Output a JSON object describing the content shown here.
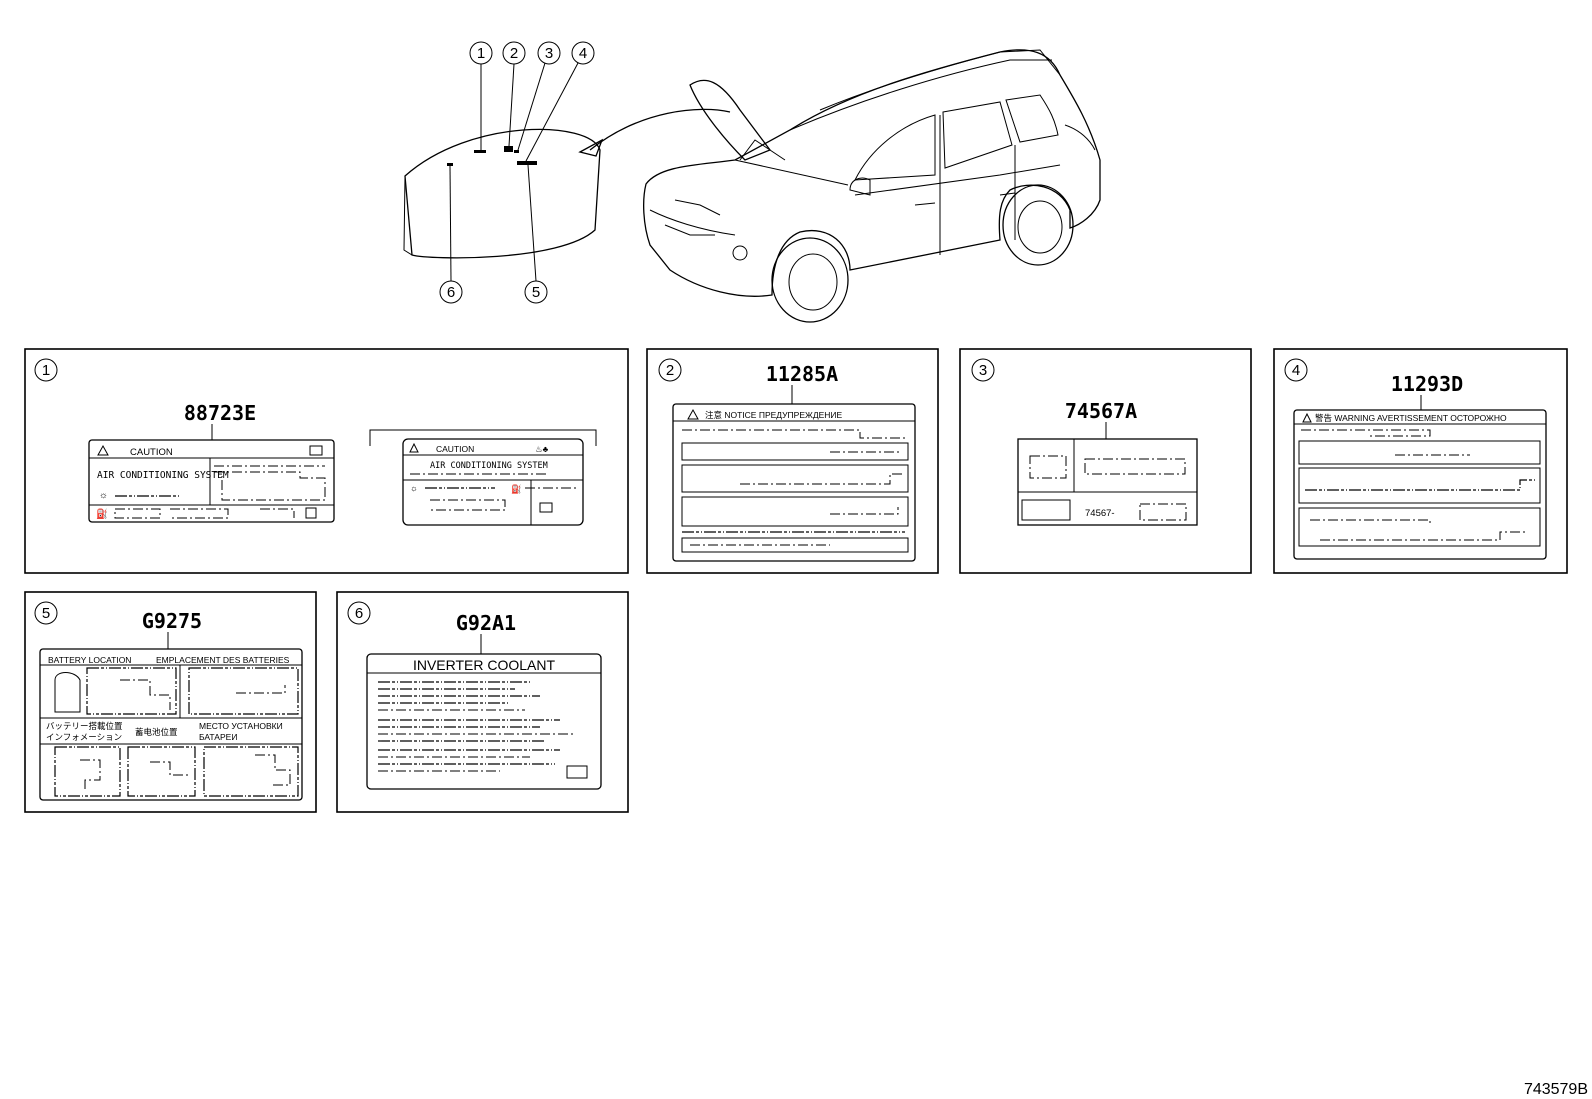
{
  "diagram_id": "743579B",
  "callouts": {
    "c1": "1",
    "c2": "2",
    "c3": "3",
    "c4": "4",
    "c5": "5",
    "c6": "6"
  },
  "panels": [
    {
      "number": "1",
      "part_no": "88723E",
      "label_text": {
        "caution": "CAUTION",
        "system": "AIR CONDITIONING SYSTEM"
      },
      "alt_label_text": {
        "caution": "CAUTION",
        "system": "AIR CONDITIONING SYSTEM"
      }
    },
    {
      "number": "2",
      "part_no": "11285A",
      "header": "注意 NOTICE ПРЕДУПРЕЖДЕНИЕ"
    },
    {
      "number": "3",
      "part_no": "74567A",
      "code_prefix": "74567-"
    },
    {
      "number": "4",
      "part_no": "11293D",
      "header": "警告 WARNING AVERTISSEMENT ОСТОРОЖНО"
    },
    {
      "number": "5",
      "part_no": "G9275",
      "header_left": "BATTERY LOCATION",
      "header_right": "EMPLACEMENT DES BATTERIES",
      "jp_line1": "バッテリー搭載位置",
      "jp_line2": "インフォメーション",
      "cn": "蓄电池位置",
      "ru_line1": "МЕСТО УСТАНОВКИ",
      "ru_line2": "БАТАРЕИ"
    },
    {
      "number": "6",
      "part_no": "G92A1",
      "header": "INVERTER COOLANT"
    }
  ]
}
